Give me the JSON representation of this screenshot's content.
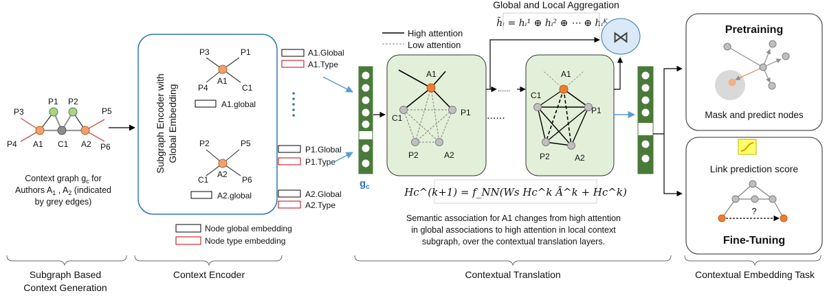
{
  "context_graph": {
    "nodes": {
      "p3": "P3",
      "p1": "P1",
      "p2": "P2",
      "p5": "P5",
      "p4": "P4",
      "a1": "A1",
      "c1": "C1",
      "a2": "A2",
      "p6": "P6"
    },
    "caption": {
      "line1_prefix": "Context graph g",
      "line1_sub": "c",
      "line1_suffix": " for",
      "line2_prefix": "Authors A",
      "line2_sub1": "1",
      "line2_mid": " , A",
      "line2_sub2": "2",
      "line2_suffix": " (indicated",
      "line3": "by grey edges)"
    }
  },
  "subgraph_encoder": {
    "title_line1": "Subgraph Encoder with",
    "title_line2": "Global Embedding",
    "upper": {
      "p3": "P3",
      "p1": "P1",
      "a1": "A1",
      "p4": "P4",
      "c1": "C1",
      "box_label": "A1.global"
    },
    "lower": {
      "p2": "P2",
      "p5": "P5",
      "a2": "A2",
      "c1": "C1",
      "p6": "P6",
      "box_label": "A2.global"
    }
  },
  "embeddings": {
    "a1_global": "A1.Global",
    "a1_type": "A1.Type",
    "p1_global": "P1.Global",
    "p1_type": "P1.Type",
    "a2_global": "A2.Global",
    "a2_type": "A2.Type",
    "gc": "g"
  },
  "legend": {
    "node_global": "Node global embedding",
    "node_type": "Node type embedding",
    "high": "High attention",
    "low": "Low attention"
  },
  "translation": {
    "graph1": {
      "a1": "A1",
      "c1": "C1",
      "p1": "P1",
      "p2": "P2",
      "a2": "A2"
    },
    "graph2": {
      "a1": "A1",
      "c1": "C1",
      "p1": "P1",
      "p2": "P2",
      "a2": "A2"
    },
    "dots_between": "......",
    "dots_arrow": "......",
    "aggregation_title": "Global and Local Aggregation",
    "aggregation_formula": "h̃ᵢ = hᵢ¹ ⊕ hᵢ² ⊕ ⋯ ⊕ hᵢᴷ",
    "aggregation_symbol": "⋈",
    "update_formula": "Hc^(k+1) = f_NN(Ws Hc^k Ā^k + Hc^k)",
    "description": [
      "Semantic association for A1 changes from high attention",
      "in global associations to high attention in local context",
      "subgraph, over the contextual translation layers."
    ]
  },
  "tasks": {
    "pretraining": "Pretraining",
    "mask_predict": "Mask and predict nodes",
    "link_score": "Link prediction score",
    "question": "?",
    "finetuning": "Fine-Tuning"
  },
  "section_labels": {
    "s1_line1": "Subgraph Based",
    "s1_line2": "Context Generation",
    "s2": "Context Encoder",
    "s3": "Contextual Translation",
    "s4": "Contextual Embedding Task"
  },
  "colors": {
    "orange_node": "#f0a070",
    "green_node": "#a9d18e",
    "grey_node": "#bfbfbf",
    "encoder_border": "#2e75b6",
    "green_panel": "#e2f0d9",
    "vector_green": "#4a7a3a",
    "arrow_blue": "#5b9bd5",
    "type_red": "#c00000"
  }
}
